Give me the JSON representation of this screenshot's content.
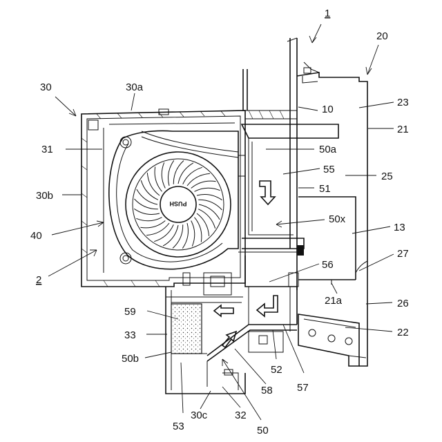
{
  "figure": {
    "labels": {
      "l1": "1",
      "l20": "20",
      "l30": "30",
      "l30a": "30a",
      "l10": "10",
      "l23": "23",
      "l21": "21",
      "l31": "31",
      "l50a": "50a",
      "l55": "55",
      "l25": "25",
      "l30b": "30b",
      "l51": "51",
      "l50x": "50x",
      "l40": "40",
      "l13": "13",
      "l27": "27",
      "l2": "2",
      "l56": "56",
      "l21a": "21a",
      "l26": "26",
      "l59": "59",
      "l22": "22",
      "l33": "33",
      "l50b": "50b",
      "l52": "52",
      "l57": "57",
      "l58": "58",
      "l53": "53",
      "l30c": "30c",
      "l32": "32",
      "l50": "50"
    },
    "fan_badge": "PUSH"
  }
}
